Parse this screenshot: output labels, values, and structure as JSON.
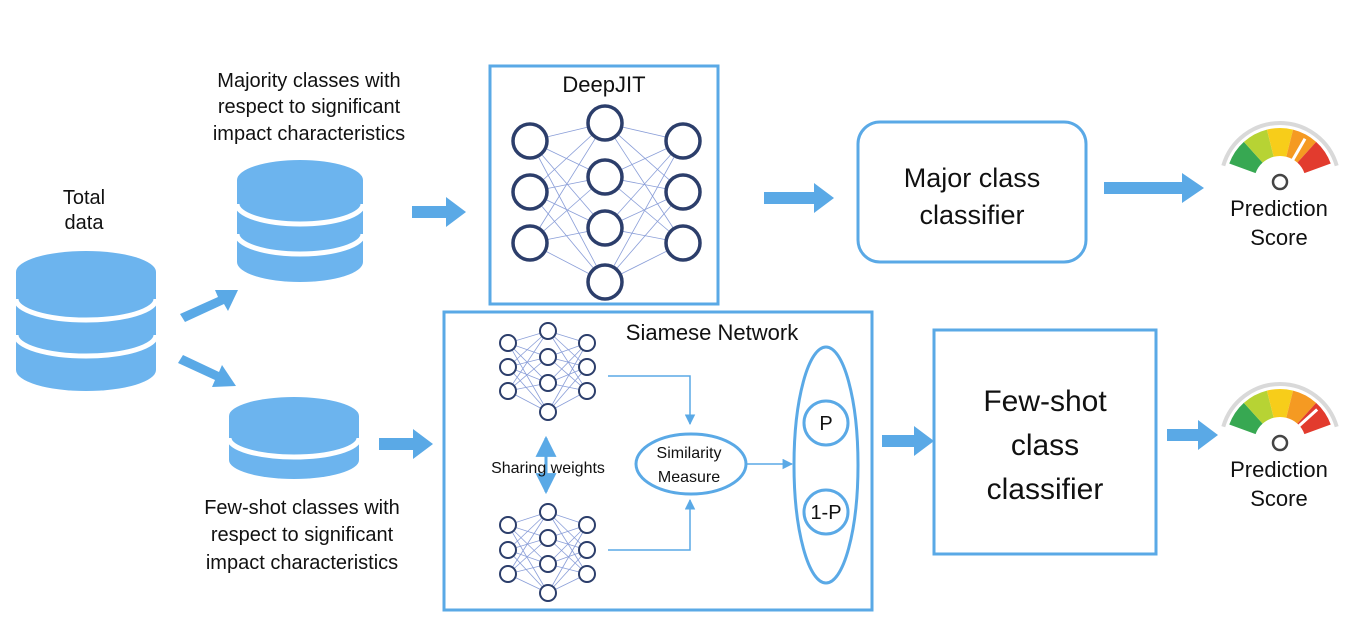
{
  "total_data": {
    "line1": "Total",
    "line2": "data"
  },
  "majority_label": {
    "line1": "Majority classes with",
    "line2": "respect to  significant",
    "line3": "impact characteristics"
  },
  "fewshot_label": {
    "line1": "Few-shot classes with",
    "line2": "respect to  significant",
    "line3": "impact characteristics"
  },
  "deepjit": {
    "title": "DeepJIT"
  },
  "siamese": {
    "title": "Siamese Network",
    "sharing_weights": "Sharing weights",
    "similarity_line1": "Similarity",
    "similarity_line2": "Measure",
    "p": "P",
    "one_minus_p": "1-P"
  },
  "major_classifier": {
    "line1": "Major class",
    "line2": "classifier"
  },
  "fewshot_classifier": {
    "line1": "Few-shot",
    "line2": "class",
    "line3": "classifier"
  },
  "prediction_top": {
    "line1": "Prediction",
    "line2": "Score"
  },
  "prediction_bottom": {
    "line1": "Prediction",
    "line2": "Score"
  },
  "colors": {
    "accent": "#5aa9e6",
    "db_fill": "#6cb4ee",
    "node_stroke": "#2c3e6b",
    "edge": "#8a9ed8"
  }
}
